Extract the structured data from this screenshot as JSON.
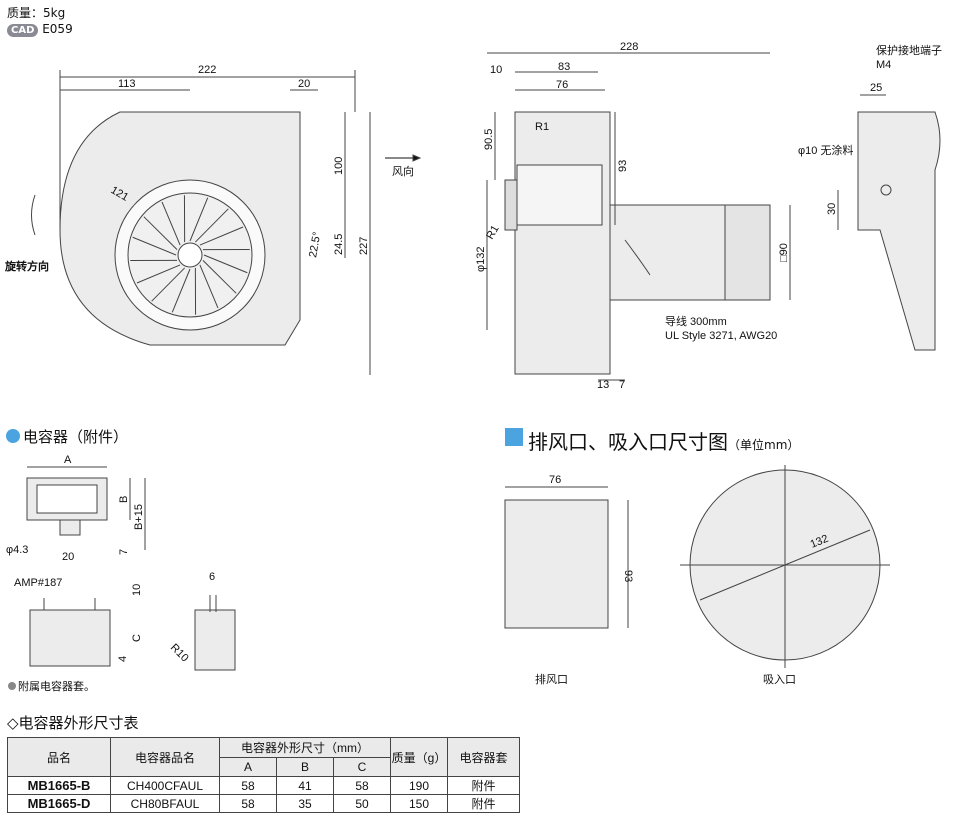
{
  "header": {
    "mass": "质量：5kg",
    "cad_badge": "CAD",
    "cad_code": "E059"
  },
  "front_view": {
    "dim_222": "222",
    "dim_113": "113",
    "dim_20": "20",
    "dim_100": "100",
    "dim_227": "227",
    "dim_24_5": "24.5",
    "dim_22_5": "22.5°",
    "dim_121": "121",
    "rotation": "旋转方向",
    "airflow": "风向"
  },
  "side_view": {
    "dim_228": "228",
    "dim_10": "10",
    "dim_83": "83",
    "dim_76": "76",
    "dim_90_5": "90.5",
    "dim_93": "93",
    "dim_phi132": "φ132",
    "r1a": "R1",
    "r1b": "R1",
    "sq90": "□90",
    "wire1": "导线 300mm",
    "wire2": "UL Style 3271, AWG20",
    "dim_13": "13",
    "dim_7": "7"
  },
  "rear_view": {
    "ground1": "保护接地端子",
    "ground2": "M4",
    "dim_25": "25",
    "phi10": "φ10 无涂料",
    "dim_30": "30"
  },
  "capacitor": {
    "title": "电容器（附件）",
    "dim_a": "A",
    "dim_b": "B",
    "dim_b15": "B+15",
    "dim_phi43": "φ4.3",
    "dim_20": "20",
    "dim_7": "7",
    "amp": "AMP#187",
    "dim_10": "10",
    "dim_c": "C",
    "dim_4": "4",
    "dim_6": "6",
    "r10": "R10",
    "note": "附属电容器套。"
  },
  "openings": {
    "title": "排风口、吸入口尺寸图",
    "unit": "（单位mm）",
    "dim_76": "76",
    "dim_93": "93",
    "dim_132": "132",
    "outlet": "排风口",
    "inlet": "吸入口"
  },
  "table": {
    "title": "◇电容器外形尺寸表",
    "h_model": "品名",
    "h_cap": "电容器品名",
    "h_dims": "电容器外形尺寸（mm）",
    "h_a": "A",
    "h_b": "B",
    "h_c": "C",
    "h_mass": "质量（g）",
    "h_cover": "电容器套",
    "rows": [
      {
        "model": "MB1665-B",
        "cap": "CH400CFAUL",
        "a": "58",
        "b": "41",
        "c": "58",
        "mass": "190",
        "cover": "附件"
      },
      {
        "model": "MB1665-D",
        "cap": "CH80BFAUL",
        "a": "58",
        "b": "35",
        "c": "50",
        "mass": "150",
        "cover": "附件"
      }
    ]
  }
}
